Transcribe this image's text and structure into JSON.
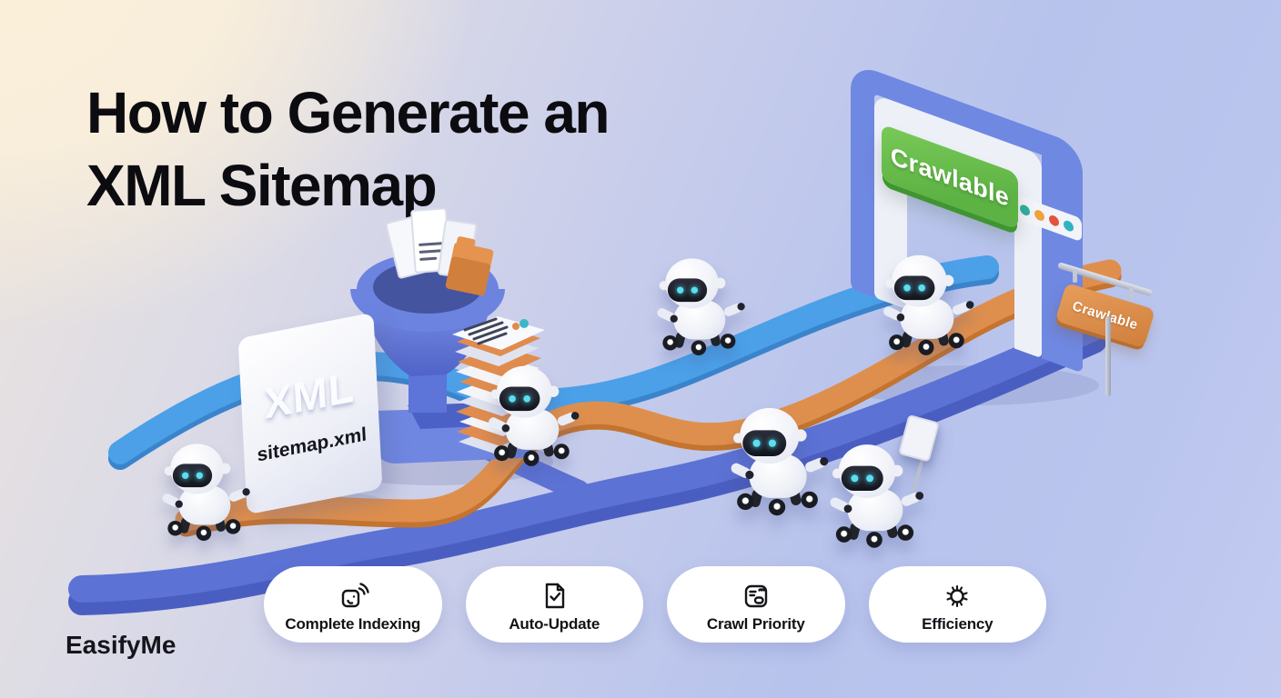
{
  "title": {
    "line1": "How to Generate an",
    "line2": "XML Sitemap"
  },
  "brand": {
    "name": "EasifyMe"
  },
  "scene": {
    "arch": {
      "sign_label": "Crawlable",
      "browser_dots": [
        "teal",
        "orange",
        "red",
        "cyan"
      ]
    },
    "signpost": {
      "label": "Crawlable"
    },
    "xml_card": {
      "title": "XML",
      "filename": "sitemap.xml"
    },
    "elements": [
      "document-funnel",
      "paper-stack",
      "crawler-robots",
      "crawl-path-orange",
      "crawl-path-blue",
      "crawl-path-indigo"
    ]
  },
  "features": [
    {
      "label": "Complete Indexing",
      "icon": "indexing-scan-icon"
    },
    {
      "label": "Auto-Update",
      "icon": "document-check-icon"
    },
    {
      "label": "Crawl Priority",
      "icon": "priority-list-icon"
    },
    {
      "label": "Efficiency",
      "icon": "gear-icon"
    }
  ],
  "colors": {
    "background_warm": "#FAF0DC",
    "background_cool": "#B6C2EC",
    "path_orange": "#DF8F4D",
    "path_light_blue": "#4BA0E8",
    "path_indigo": "#5C72D4",
    "arch_blue": "#6F88E2",
    "crawlable_green": "#62BB47",
    "signpost_orange": "#D9874A",
    "robot_eye_cyan": "#59DFF2",
    "pill_background": "#FFFFFF",
    "text_primary": "#0C0C10"
  }
}
